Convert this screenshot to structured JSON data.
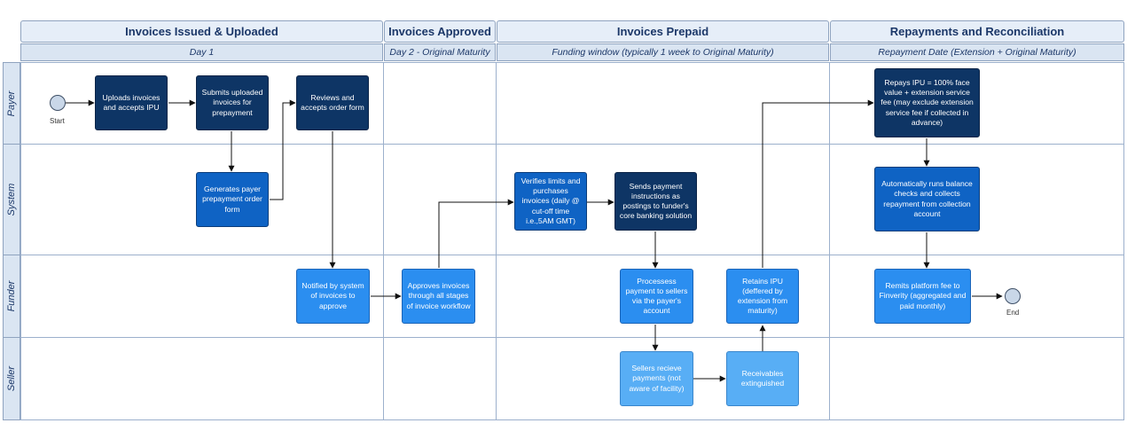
{
  "phases": [
    {
      "title": "Invoices Issued & Uploaded",
      "sub": "Day 1"
    },
    {
      "title": "Invoices Approved",
      "sub": "Day 2 - Original Maturity"
    },
    {
      "title": "Invoices Prepaid",
      "sub": "Funding window (typically 1 week to Original Maturity)"
    },
    {
      "title": "Repayments and Reconciliation",
      "sub": "Repayment Date (Extension + Original Maturity)"
    }
  ],
  "lanes": [
    "Payer",
    "System",
    "Funder",
    "Seller"
  ],
  "nodes": {
    "uploads": "Uploads invoices and accepts IPU",
    "submits": "Submits uploaded invoices for prepayment",
    "reviews": "Reviews and accepts order form",
    "generates": "Generates payer prepayment order form",
    "notified": "Notified by system of invoices to approve",
    "approves": "Approves invoices through all stages of invoice workflow",
    "verifies": "Verifies limits and purchases invoices (daily @ cut-off time i.e.,5AM GMT)",
    "sends": "Sends payment instructions as postings to funder's core banking solution",
    "processes": "Processess payment to sellers via the payer's account",
    "retains": "Retains IPU (deffered by extension from maturity)",
    "sellers": "Sellers recieve payments (not aware of facility)",
    "receivables": "Receivables extinguished",
    "repays": "Repays IPU = 100% face value + extension service fee (may exclude extension service fee if collected in advance)",
    "autoruns": "Automatically runs balance checks and collects repayment from collection account",
    "remits": "Remits platform fee to Finverity (aggregated and paid monthly)"
  },
  "events": {
    "start": "Start",
    "end": "End"
  }
}
